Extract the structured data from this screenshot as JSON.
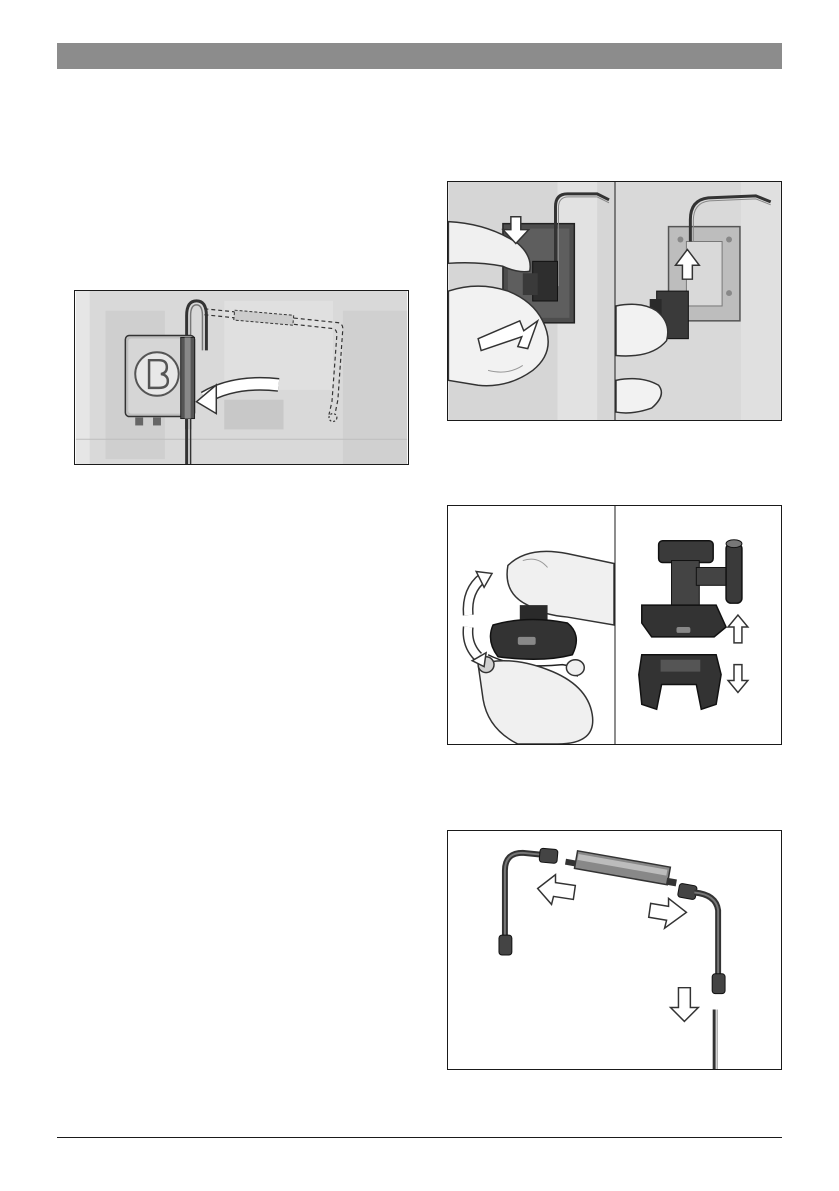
{
  "page": {
    "header_bar_color": "#8c8c8c",
    "footer_rule_color": "#1a1a1a"
  },
  "figures": [
    {
      "id": "fig-1",
      "icon": "sensor-unit-cable-routing-illustration"
    },
    {
      "id": "fig-2",
      "icon": "remove-sensor-from-mounting-bracket-illustration"
    },
    {
      "id": "fig-3",
      "icon": "separate-sensor-clip-illustration"
    },
    {
      "id": "fig-4",
      "icon": "disconnect-cable-connector-illustration"
    }
  ]
}
